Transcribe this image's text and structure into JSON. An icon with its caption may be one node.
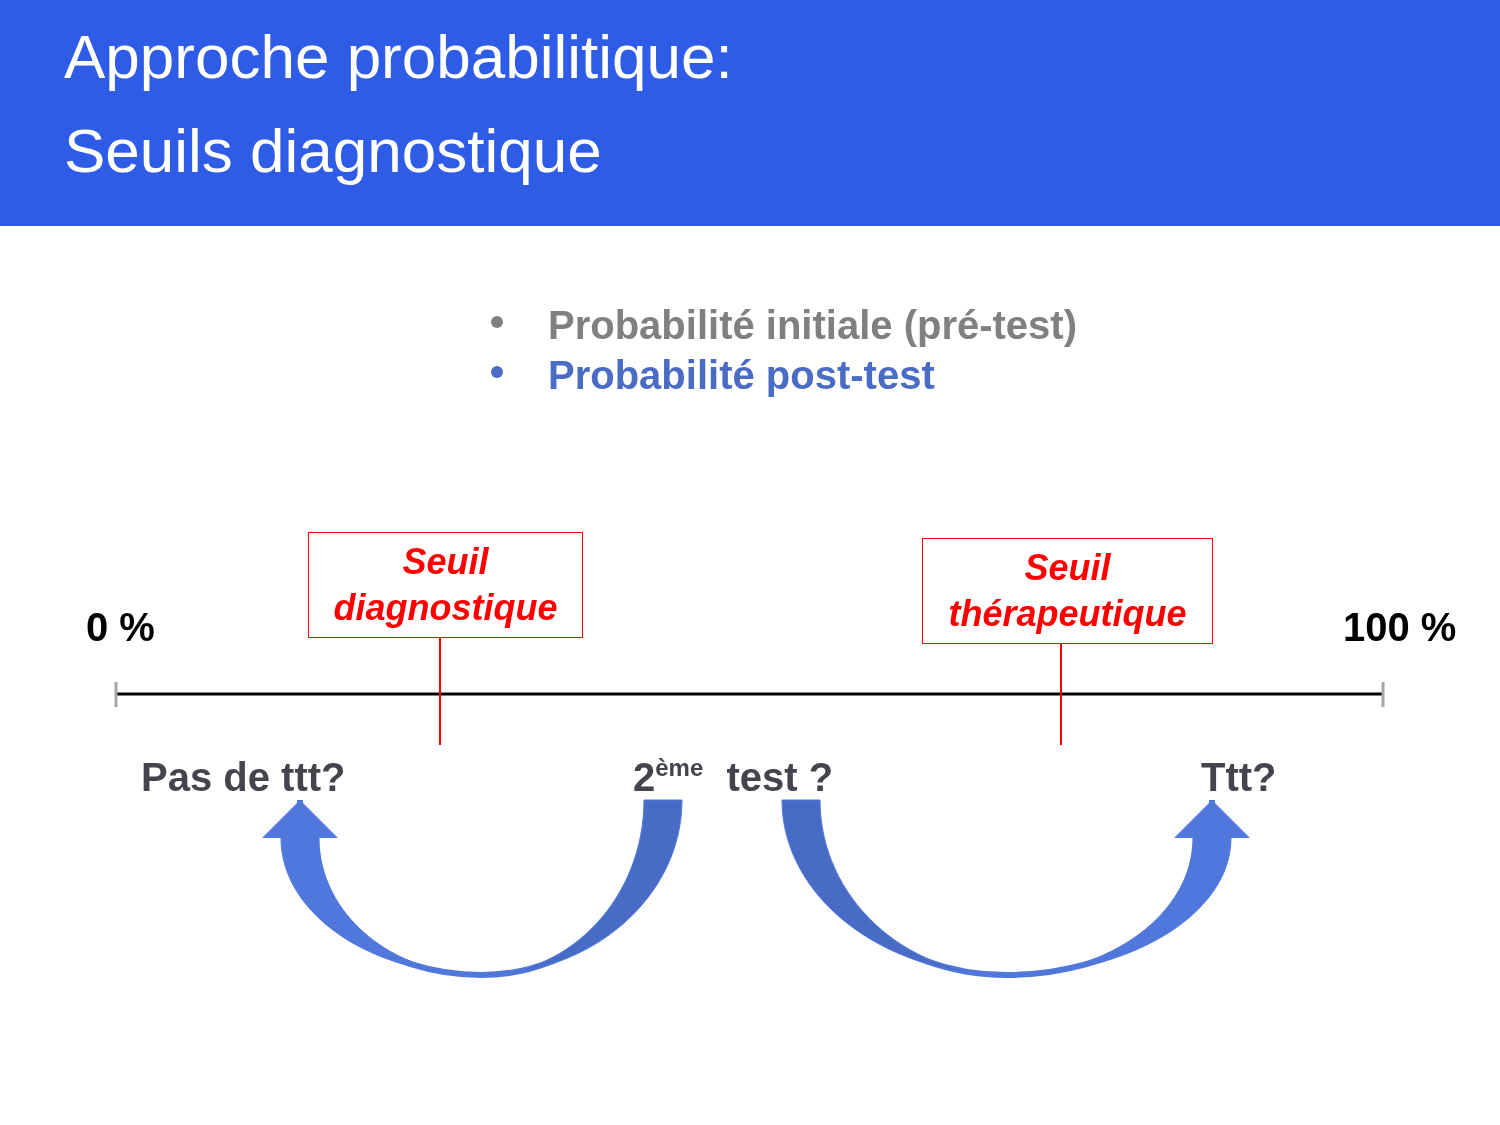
{
  "diagram": {
    "title": "Approche probabilitique: Seuils diagnostique",
    "nodes": [
      {
        "text": [
          "Seuil diagnostique"
        ]
      },
      {
        "text": [
          "Seuil thérapeutique"
        ]
      },
      {
        "text": [
          "Pas de ttt?"
        ]
      },
      {
        "text": [
          "2$^{ème}$ test ?"
        ]
      },
      {
        "text": [
          "Ttt?"
        ]
      }
    ],
    "edges": [
      {
        "from": 0,
        "to": null,
        "arrow": "none",
        "color": "#ff0000"
      },
      {
        "from": 1,
        "to": null,
        "arrow": "none",
        "color": "#ff0000"
      },
      {
        "from": 3,
        "to": 2,
        "arrow": "to",
        "style": "thick",
        "color": "#5078dc"
      },
      {
        "from": 3,
        "to": 4,
        "arrow": "to",
        "style": "thick",
        "color": "#5078dc"
      }
    ],
    "labels": [
      "Probabilité initiale (pré-test)",
      "Probabilité post-test",
      "0 %",
      "100 %"
    ]
  }
}
